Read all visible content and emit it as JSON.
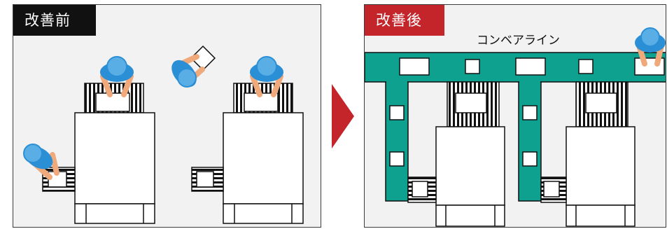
{
  "before": {
    "label": "改善前"
  },
  "after": {
    "label": "改善後",
    "conveyor_label": "コンベアライン"
  },
  "colors": {
    "before_label_bg": "#111111",
    "after_label_bg": "#c3252a",
    "conveyor": "#0fa190",
    "worker_head": "#2b8fd6",
    "worker_skin": "#f0a97a",
    "arrow": "#c3252a"
  }
}
